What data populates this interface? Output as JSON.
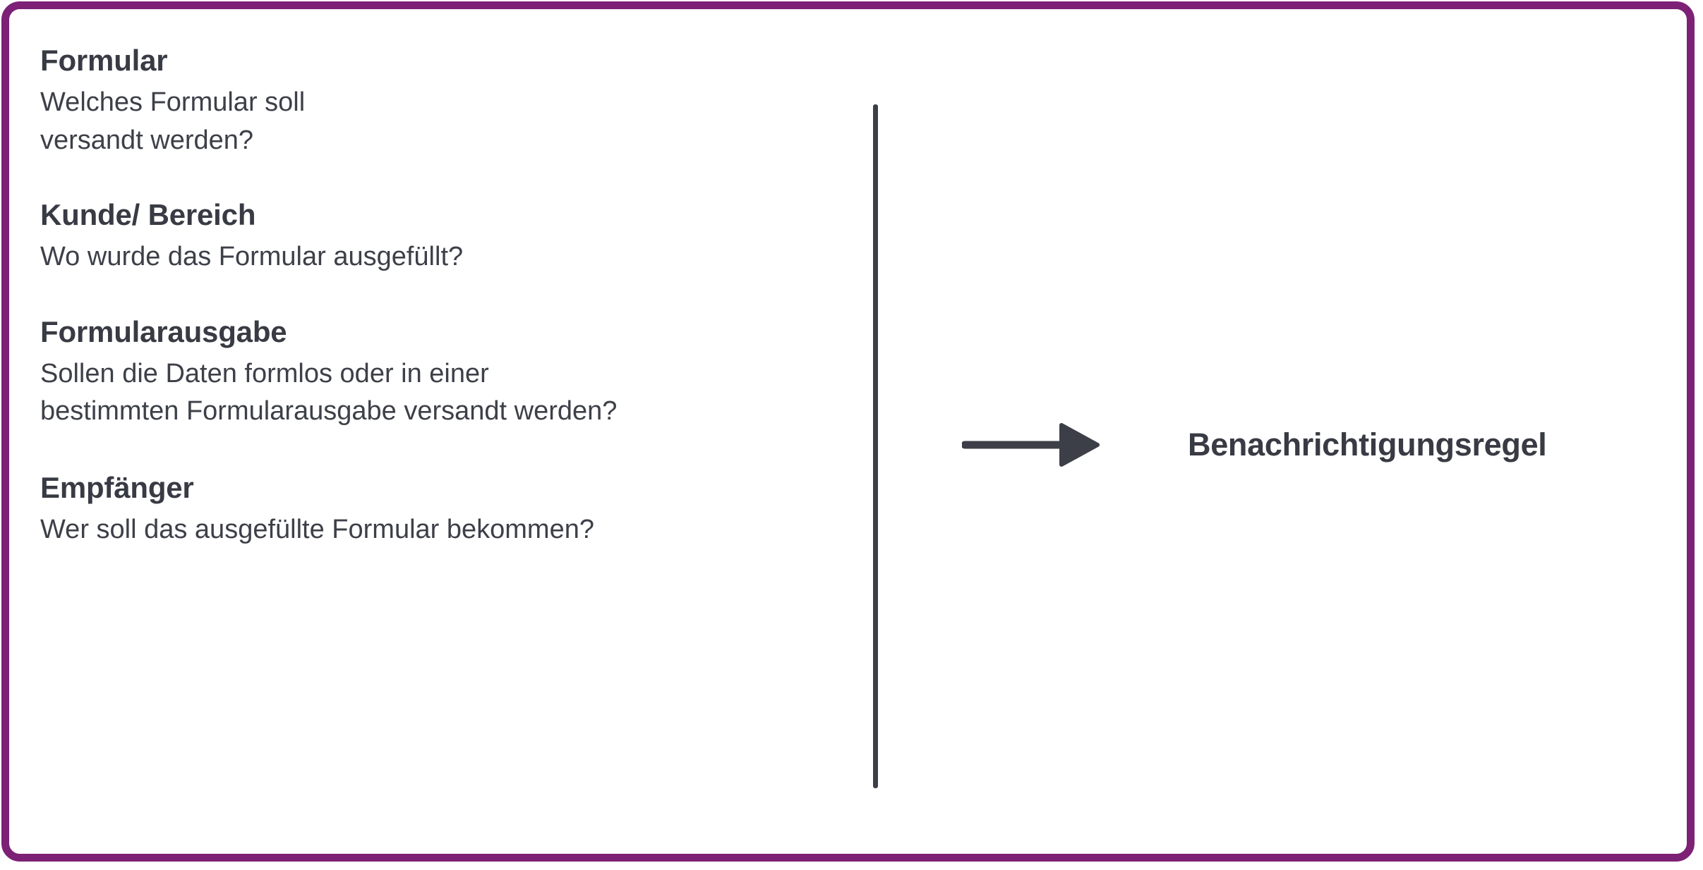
{
  "card": {
    "border_color": "#7C2176",
    "background_color": "#ffffff",
    "divider_color": "#3C3F47",
    "heading_color": "#383B43",
    "body_color": "#3D4048"
  },
  "left_column": {
    "blocks": [
      {
        "title": "Formular",
        "description_lines": [
          "Welches Formular soll",
          "versandt werden?"
        ]
      },
      {
        "title": "Kunde/ Bereich",
        "description_lines": [
          "Wo wurde das Formular ausgefüllt?"
        ]
      },
      {
        "title": "Formularausgabe",
        "description_lines": [
          "Sollen die Daten formlos oder in einer",
          "bestimmten Formularausgabe versandt werden?"
        ]
      },
      {
        "title": "Empfänger",
        "description_lines": [
          "Wer soll das ausgefüllte Formular bekommen?"
        ]
      }
    ]
  },
  "right_column": {
    "arrow_icon": "arrow-right-icon",
    "label": "Benachrichtigungsregel"
  }
}
